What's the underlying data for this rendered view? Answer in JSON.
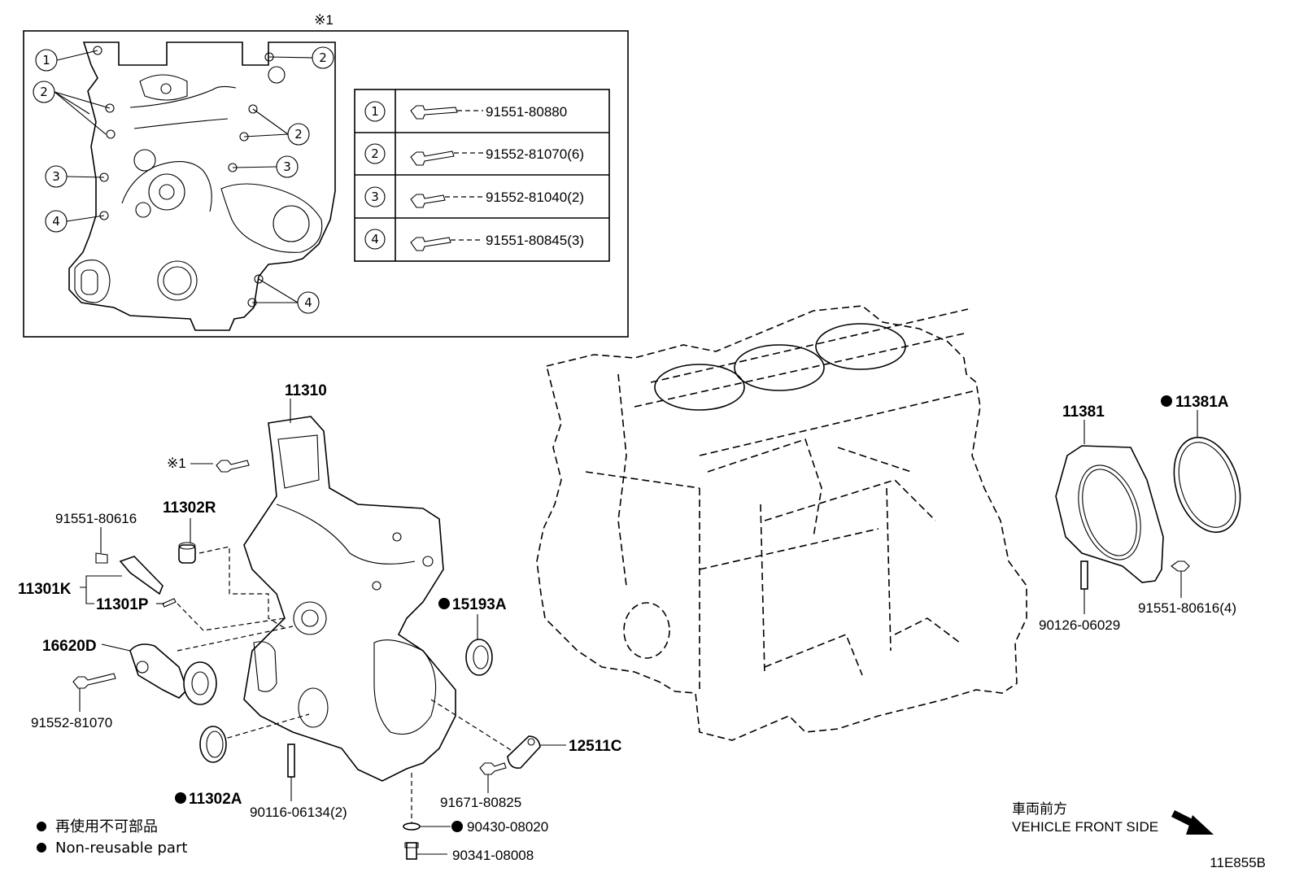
{
  "inset": {
    "marker": "※1",
    "callouts": [
      "1",
      "2",
      "2",
      "2",
      "3",
      "3",
      "4",
      "4"
    ],
    "bolt_table": [
      {
        "ref": "1",
        "part": "91551-80880"
      },
      {
        "ref": "2",
        "part": "91552-81070(6)"
      },
      {
        "ref": "3",
        "part": "91552-81040(2)"
      },
      {
        "ref": "4",
        "part": "91551-80845(3)"
      }
    ]
  },
  "parts": {
    "p11310": "11310",
    "p_marker_bolt": "※1",
    "p11302R": "11302R",
    "p91551_80616": "91551-80616",
    "p11301K": "11301K",
    "p11301P": "11301P",
    "p16620D": "16620D",
    "p91552_81070": "91552-81070",
    "p11302A": "11302A",
    "p90116_06134": "90116-06134(2)",
    "p15193A": "15193A",
    "p12511C": "12511C",
    "p91671_80825": "91671-80825",
    "p90430_08020": "90430-08020",
    "p90341_08008": "90341-08008",
    "p11381": "11381",
    "p11381A": "11381A",
    "p90126_06029": "90126-06029",
    "p91551_80616_4": "91551-80616(4)"
  },
  "legend": {
    "jp": "再使用不可部品",
    "en": "Non-reusable part"
  },
  "direction": {
    "jp": "車両前方",
    "en": "VEHICLE FRONT SIDE"
  },
  "figure_code": "11E855B",
  "colors": {
    "ink": "#000000",
    "paper": "#ffffff"
  }
}
